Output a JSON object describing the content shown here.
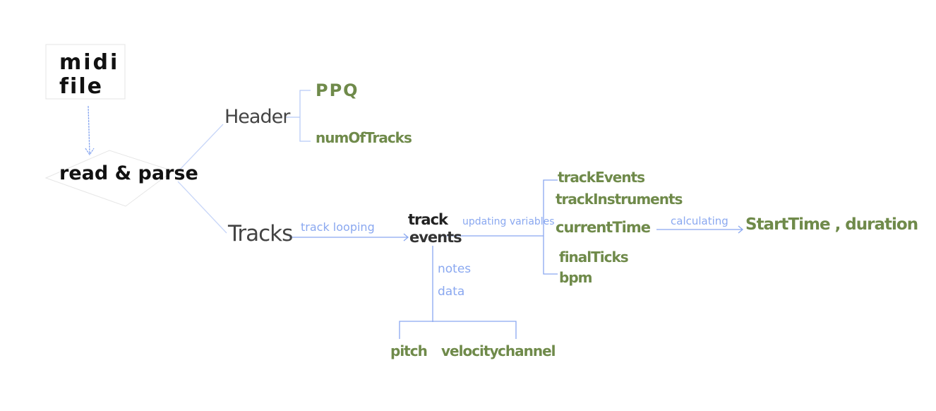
{
  "nodes": {
    "source_line1": "midi",
    "source_line2": "file",
    "process": "read & parse",
    "header": "Header",
    "tracks": "Tracks",
    "track_events_line1": "track",
    "track_events_line2": "events"
  },
  "header_fields": [
    "PPQ",
    "numOfTracks"
  ],
  "variables": [
    "trackEvents",
    "trackInstruments",
    "currentTime",
    "finalTicks",
    "bpm"
  ],
  "result": "StartTime , duration",
  "note_fields": [
    "pitch",
    "velocity",
    "channel"
  ],
  "edge_labels": {
    "track_looping": "track looping",
    "updating_variables": "updating variables",
    "calculating": "calculating",
    "notes_data_line1": "notes",
    "notes_data_line2": "data"
  },
  "colors": {
    "edge": "#8aa8f0",
    "field": "#6f8a4a",
    "node": "#111111"
  }
}
